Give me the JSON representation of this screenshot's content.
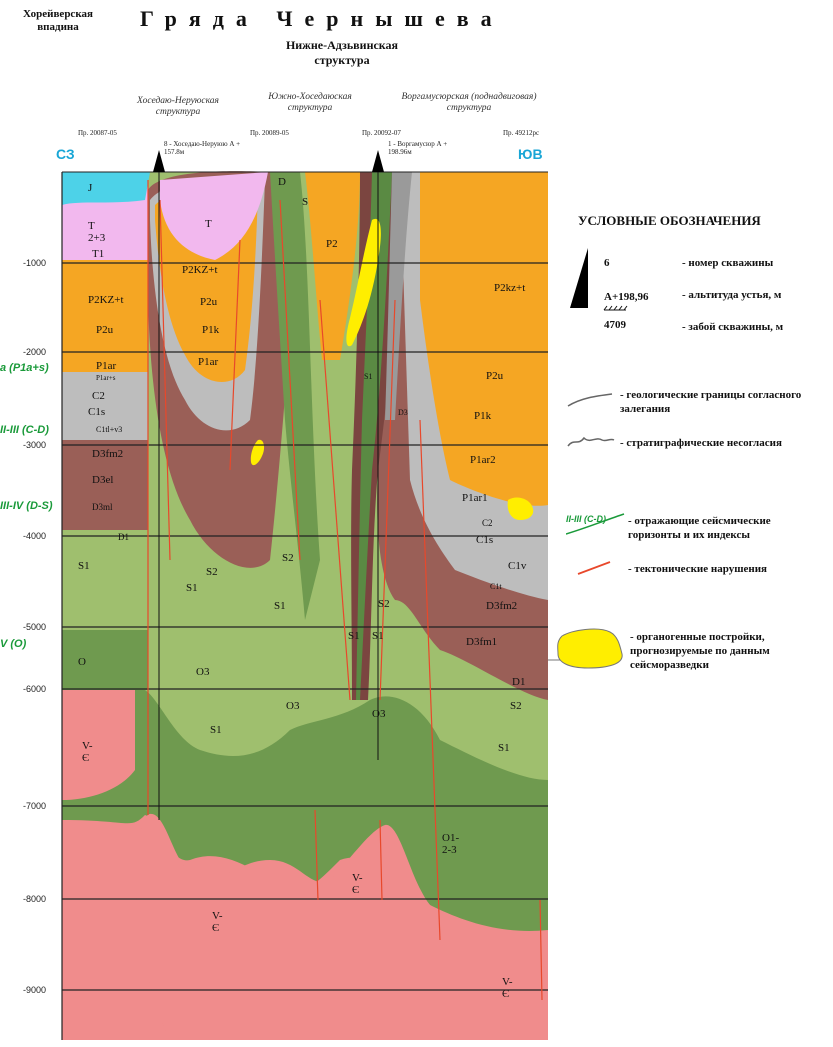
{
  "header": {
    "left_caption": "Хорейверская впадина",
    "title": "Гряда Чернышева",
    "subtitle": "Нижне-Адзьвинская структура"
  },
  "structures": [
    "Хоседаю-Неруюская структура",
    "Южно-Хоседаюская структура",
    "Воргамусюрская (поднадвиговая) структура"
  ],
  "profiles": [
    "Пр. 20087-05",
    "Пр. 20089-05",
    "Пр. 20092-07",
    "Пр. 49212рс"
  ],
  "wells": {
    "well1": "8 - Хоседаю-Неруюю А + 157.8м",
    "well2": "1 - Воргамусюр А + 198.96м"
  },
  "directions": {
    "left": "СЗ",
    "right": "ЮВ"
  },
  "depth_axis": [
    "-1000",
    "-2000",
    "-3000",
    "-4000",
    "-5000",
    "-6000",
    "-7000",
    "-8000",
    "-9000"
  ],
  "horizons": [
    "a (P1a+s)",
    "II-III (C-D)",
    "III-IV (D-S)",
    "V (O)"
  ],
  "units": {
    "J": "J",
    "T23": "T 2+3",
    "T1": "T1",
    "T": "T",
    "D_top": "D",
    "S_top": "S",
    "P2": "P2",
    "P2kzt_left": "P2KZ+t",
    "P2u_left": "P2u",
    "P1ar_left": "P1ar",
    "P1art_left": "P1ar+s",
    "C2_left": "C2",
    "C1s_left": "C1s",
    "C1v_left": "C1tl+v3",
    "D3fm2_left": "D3fm2",
    "D3el_left": "D3el",
    "D3ml": "D3ml",
    "D1_left": "D1",
    "S1_left": "S1",
    "O_left": "O",
    "Vc_left": "V-Є",
    "P2kzt_mid": "P2KZ+t",
    "P2u_mid": "P2u",
    "P1k_mid": "P1k",
    "P1ar_mid": "P1ar",
    "S2_a": "S2",
    "S1_a": "S1",
    "S2_b": "S2",
    "S1_b": "S1",
    "S2_c": "S2",
    "S1_c": "S1",
    "S1_d": "S1",
    "O3_a": "O3",
    "O3_b": "O3",
    "O3_c": "O3",
    "S1_e": "S1",
    "O123": "O1-2-3",
    "Vc_mid": "V-Є",
    "Vc_left2": "V-Є",
    "Vc_right": "V-Є",
    "P2kzt_right": "P2kz+t",
    "P2u_right": "P2u",
    "P1k_right": "P1k",
    "P1ar2": "P1ar2",
    "P1ar1": "P1ar1",
    "C2_right": "C2",
    "C1s_right": "C1s",
    "C1v_right": "C1v",
    "C1t": "C1t",
    "D3fm2_right": "D3fm2",
    "D3fm1": "D3fm1",
    "D1_right": "D1",
    "S2_right": "S2",
    "S1_right": "S1",
    "S1_thrust": "S1",
    "D3_thrust": "D3"
  },
  "legend": {
    "title": "УСЛОВНЫЕ ОБОЗНАЧЕНИЯ",
    "well_number": "6",
    "well_altitude": "A+198,96",
    "well_depth": "4709",
    "num_desc": "- номер скважины",
    "alt_desc": "- альтитуда устья, м",
    "depth_desc": "- забой скважины, м",
    "boundaries": "- геологические границы согласного залегания",
    "unconformity": "- стратиграфические несогласия",
    "seismic_label": "II-III (C-D)",
    "seismic_desc": "- отражающие сейсмические горизонты и их индексы",
    "faults": "- тектонические нарушения",
    "organogenic": "- органогенные постройки, прогнозируемые по данным сейсморазведки"
  },
  "colors": {
    "orange": "#f5a623",
    "gray": "#bdbdbd",
    "darkgray": "#9a9a9a",
    "brown": "#9a5f57",
    "darkbrown": "#7b4540",
    "lightgreen": "#9fbf6e",
    "green": "#6f9a4f",
    "darkgreen": "#5a8a43",
    "pink": "#f08c8c",
    "violet": "#f2b8ee",
    "cyan": "#4dd2e8",
    "yellow": "#ffee00",
    "fault": "#e8482b"
  }
}
